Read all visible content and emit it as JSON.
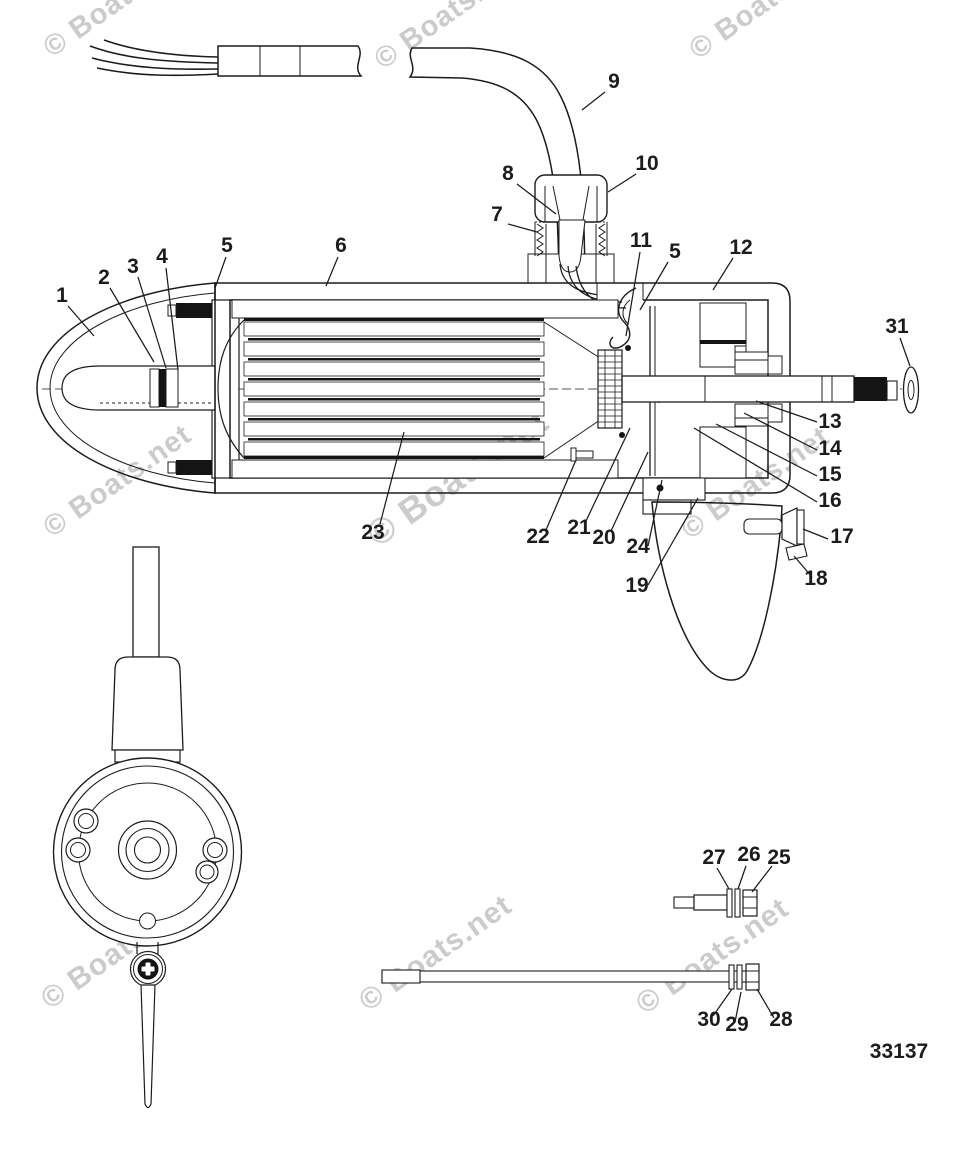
{
  "figure": {
    "part_number": "33137",
    "watermark_text": "© Boats.net"
  },
  "colors": {
    "line": "#1c1c1c",
    "watermark": "#c7c7c7",
    "background": "#ffffff"
  },
  "callouts": [
    {
      "n": "1"
    },
    {
      "n": "2"
    },
    {
      "n": "3"
    },
    {
      "n": "4"
    },
    {
      "n": "5"
    },
    {
      "n": "6"
    },
    {
      "n": "7"
    },
    {
      "n": "8"
    },
    {
      "n": "9"
    },
    {
      "n": "10"
    },
    {
      "n": "11"
    },
    {
      "n": "5"
    },
    {
      "n": "12"
    },
    {
      "n": "13"
    },
    {
      "n": "14"
    },
    {
      "n": "15"
    },
    {
      "n": "16"
    },
    {
      "n": "17"
    },
    {
      "n": "18"
    },
    {
      "n": "19"
    },
    {
      "n": "20"
    },
    {
      "n": "21"
    },
    {
      "n": "22"
    },
    {
      "n": "23"
    },
    {
      "n": "24"
    },
    {
      "n": "25"
    },
    {
      "n": "26"
    },
    {
      "n": "27"
    },
    {
      "n": "28"
    },
    {
      "n": "29"
    },
    {
      "n": "30"
    },
    {
      "n": "31"
    }
  ]
}
